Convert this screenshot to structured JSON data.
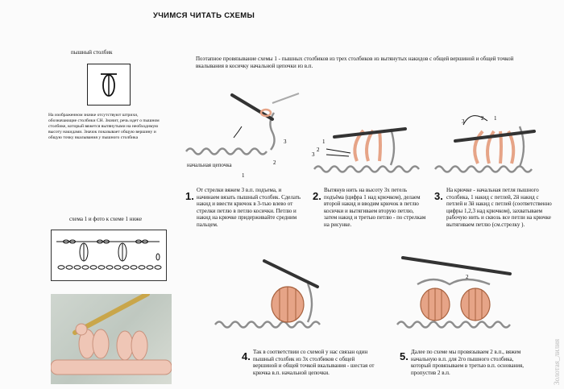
{
  "title": "УЧИМСЯ ЧИТАТЬ СХЕМЫ",
  "intro": "Поэтапное провязывание схемы 1 - пышных столбиков из трех столбиков из вытянутых накидов с общей вершиной и общей точкой вкалывания в косичку начальной цепочки из в.п.",
  "symbol_label": "пышный столбик",
  "symbol_description": "На изображенном значке отсутствуют штрихи, обозначающие столбики СН. Значит, речь идет о пышном столбике, который вяжется вытянутыми на необходимую высоту накидами. Значок показывает общую вершину и общую точку вкалывания у пышного столбика",
  "scheme_label": "схема 1     и фото к схеме 1  ниже",
  "figure1": {
    "label_chain": "начальная цепочка",
    "n1": "1",
    "n2": "2",
    "n3": "3"
  },
  "steps": [
    {
      "num": "1.",
      "text": "От стрелки вяжем 3 в.п. подъема, и начинаем вязать пышный столбик. Сделать накид и ввести крючок в 3-тью влево от стрелки петлю в петлю косички. Петлю и накид на крючке придерживайте средним пальцем."
    },
    {
      "num": "2.",
      "text": "Вытянув нить на высоту 3х петель подъёма (цифра 1 над крючком), делаем второй накид и вводим крючок в петлю косички и вытягиваем вторую петлю, затем накид и третью петлю - по стрелкам на рисунке."
    },
    {
      "num": "3.",
      "text": "На крючке - начальная петля пышного столбика, 1 накид с петлей, 2й накид с петлей и 3й накид с петлей (соответственно цифры 1,2,3 над крючком), захватываем рабочую нить и сквозь все петли на крючке вытягиваем петлю (см.стрелку )."
    },
    {
      "num": "4.",
      "text": "Так в соответствии со схемой у нас связан один пышный столбик из 3х столбиков с общей вершиной и общей точкой вкалывания - шестая от крючка в.п. начальной цепочки."
    },
    {
      "num": "5.",
      "text": "Далее по схеме мы провязываем 2 в.п., вяжем начальную в.п. для 2го пышного столбика, который провязываем в третью в.п. основания, пропустив 2 в.п."
    }
  ],
  "fig_numbers": {
    "f2": [
      "1",
      "2",
      "3"
    ],
    "f3": [
      "1",
      "2",
      "3"
    ],
    "f5": [
      "2"
    ]
  },
  "watermark": "Золотая_лилия",
  "colors": {
    "yarn": "#e6a487",
    "yarn_dark": "#a8623f",
    "chain": "#8d8d8d",
    "hook": "#333333"
  }
}
